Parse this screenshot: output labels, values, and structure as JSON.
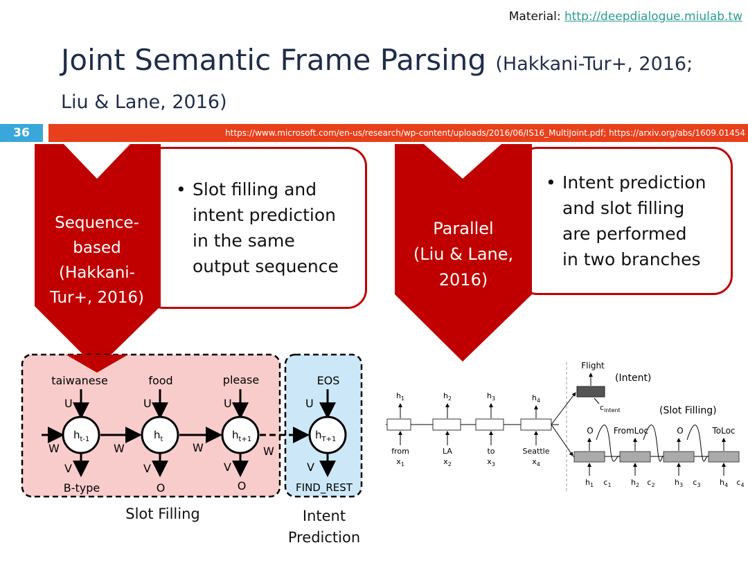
{
  "header": {
    "material_label": "Material:",
    "material_link": "http://deepdialogue.miulab.tw",
    "title_main": "Joint Semantic Frame Parsing",
    "title_cite_1": "(Hakkani-Tur+, 2016;",
    "title_cite_2": "Liu & Lane, 2016)",
    "slide_number": "36",
    "references": "https://www.microsoft.com/en-us/research/wp-content/uploads/2016/06/IS16_MultiJoint.pdf; https://arxiv.org/abs/1609.01454"
  },
  "left_panel": {
    "label_lines": [
      "Sequence-",
      "based",
      "(Hakkani-",
      "Tur+, 2016)"
    ],
    "bullet_lines": [
      "Slot filling and",
      "intent prediction",
      "in the same",
      "output sequence"
    ]
  },
  "right_panel": {
    "label_lines": [
      "Parallel",
      "(Liu & Lane,",
      "2016)"
    ],
    "bullet_lines": [
      "Intent prediction",
      "and slot filling",
      "are performed",
      "in two branches"
    ]
  },
  "seq_diagram": {
    "inputs": [
      "taiwanese",
      "food",
      "please",
      "EOS"
    ],
    "nodes": [
      "h",
      "h",
      "h",
      "h"
    ],
    "subscripts": [
      "t-1",
      "t",
      "t+1",
      "T+1"
    ],
    "outputs": [
      "B-type",
      "O",
      "O",
      "FIND_REST"
    ],
    "u_label": "U",
    "v_label": "V",
    "w_label": "W",
    "caption_slot": "Slot Filling",
    "caption_intent_1": "Intent",
    "caption_intent_2": "Prediction"
  },
  "par_diagram": {
    "encoder_words": [
      "from",
      "LA",
      "to",
      "Seattle"
    ],
    "encoder_x": [
      "x",
      "x",
      "x",
      "x"
    ],
    "encoder_x_sub": [
      "1",
      "2",
      "3",
      "4"
    ],
    "encoder_h": [
      "h",
      "h",
      "h",
      "h"
    ],
    "encoder_h_sub": [
      "1",
      "2",
      "3",
      "4"
    ],
    "intent_output": "Flight",
    "intent_label": "(Intent)",
    "c_intent": "c",
    "c_intent_sub": "intent",
    "slot_label": "(Slot Filling)",
    "slot_outputs": [
      "O",
      "FromLoc",
      "O",
      "ToLoc"
    ],
    "dec_h": [
      "h",
      "h",
      "h",
      "h"
    ],
    "dec_c": [
      "c",
      "c",
      "c",
      "c"
    ],
    "dec_sub": [
      "1",
      "2",
      "3",
      "4"
    ]
  },
  "colors": {
    "accent_red": "#c00000",
    "slot_bg": "#f9cccc",
    "intent_bg": "#cce8f8"
  }
}
